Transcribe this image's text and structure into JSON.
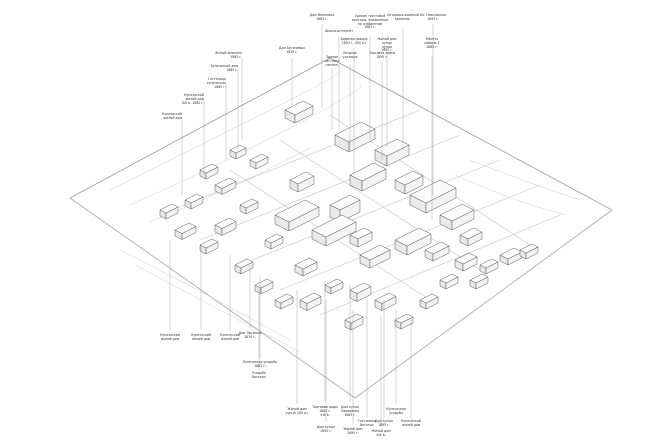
{
  "theme": {
    "ink": "#4a4a4a",
    "leader": "#7a7a7a",
    "paper": "#ffffff"
  },
  "labels": {
    "top_1": "Дом Бегичевых\n1829 г.",
    "top_2": "Дом Мельника\n1883 г.",
    "top_3": "Школа-интернат",
    "top_4": "Здание трестовой\nконторы, управления\nпо снабжению\n1883 г.",
    "top_5": "Историко-ахивный\nархеолог.",
    "top_6": "Бл. Никольская\n1893 г.",
    "top_7": "Мечеть\nрайона 1\n1883 г.",
    "top_8": "Администрация\n1893 г. (XIX в.)",
    "top_9": "Здание\nчастного\nгимназ.",
    "top_10": "Уездное\nучилище",
    "top_11": "Торговая лавка\n1895 г.",
    "top_12": "Жилой дом купца\nкупца\n1895 г.",
    "left_1": "Жилой флигель\n1885 г.",
    "left_2": "Купеческий дом\n1885 г.",
    "left_3": "Гостиница\nкупеческая\n1885 г.",
    "left_4": "Купеческий\nжилой дом\nXIX в. 1880 г.",
    "left_5": "Купеческий\nжилой дом",
    "bot_1": "Купеческий\nжилой дом",
    "bot_2": "Купеческий\nжилой дом",
    "bot_3": "Купеческий\nжилой дом",
    "bot_4": "Дом Лыгиных\n1870 г.",
    "bot_5": "Купеческая усадьба\n1883 г.",
    "bot_6": "Усадьба\nбогатых",
    "bot_7": "Жилой дом\nкупца (XIX в.)",
    "bot_8": "Торговые ряды\n1883 г.\nXIX в.",
    "bot_9": "Дом купца\nКараваева\n1883 г.",
    "bot_10": "Гостиница\nбогатых",
    "bot_11": "Дом купца\n1895 г.",
    "bot_12": "Купеческая\nусадьба",
    "bot_13": "Купеческий\nжилой дом",
    "bot_14": "Дом купца\n1895 г.",
    "bot_15": "Жилой дом\n1895 г.",
    "bot_16": "Жилой дом\nXIX в."
  }
}
